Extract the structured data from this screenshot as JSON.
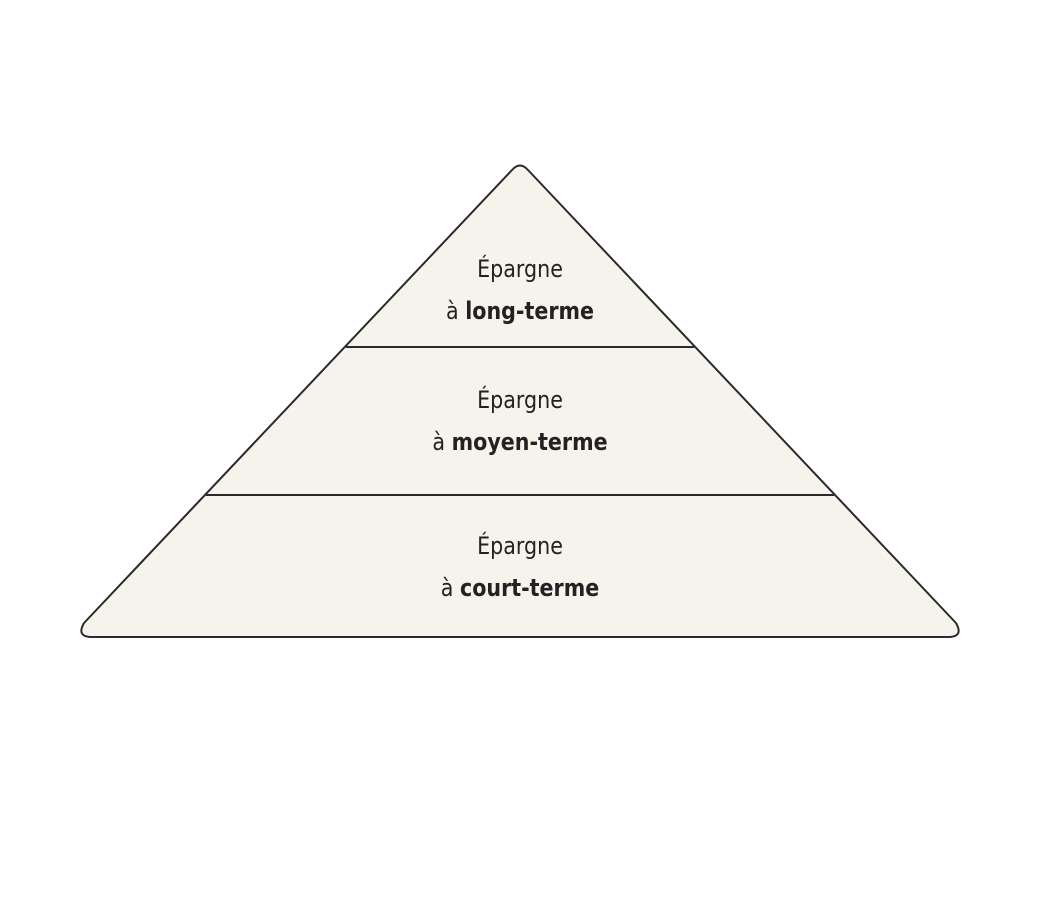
{
  "colors": {
    "fill": "#f5f3ec",
    "stroke": "#2a2a2a",
    "text": "#222222"
  },
  "tiers": [
    {
      "line1": "Épargne",
      "prefix": "à ",
      "term": "long-terme"
    },
    {
      "line1": "Épargne",
      "prefix": "à ",
      "term": "moyen-terme"
    },
    {
      "line1": "Épargne",
      "prefix": "à ",
      "term": "court-terme"
    }
  ]
}
